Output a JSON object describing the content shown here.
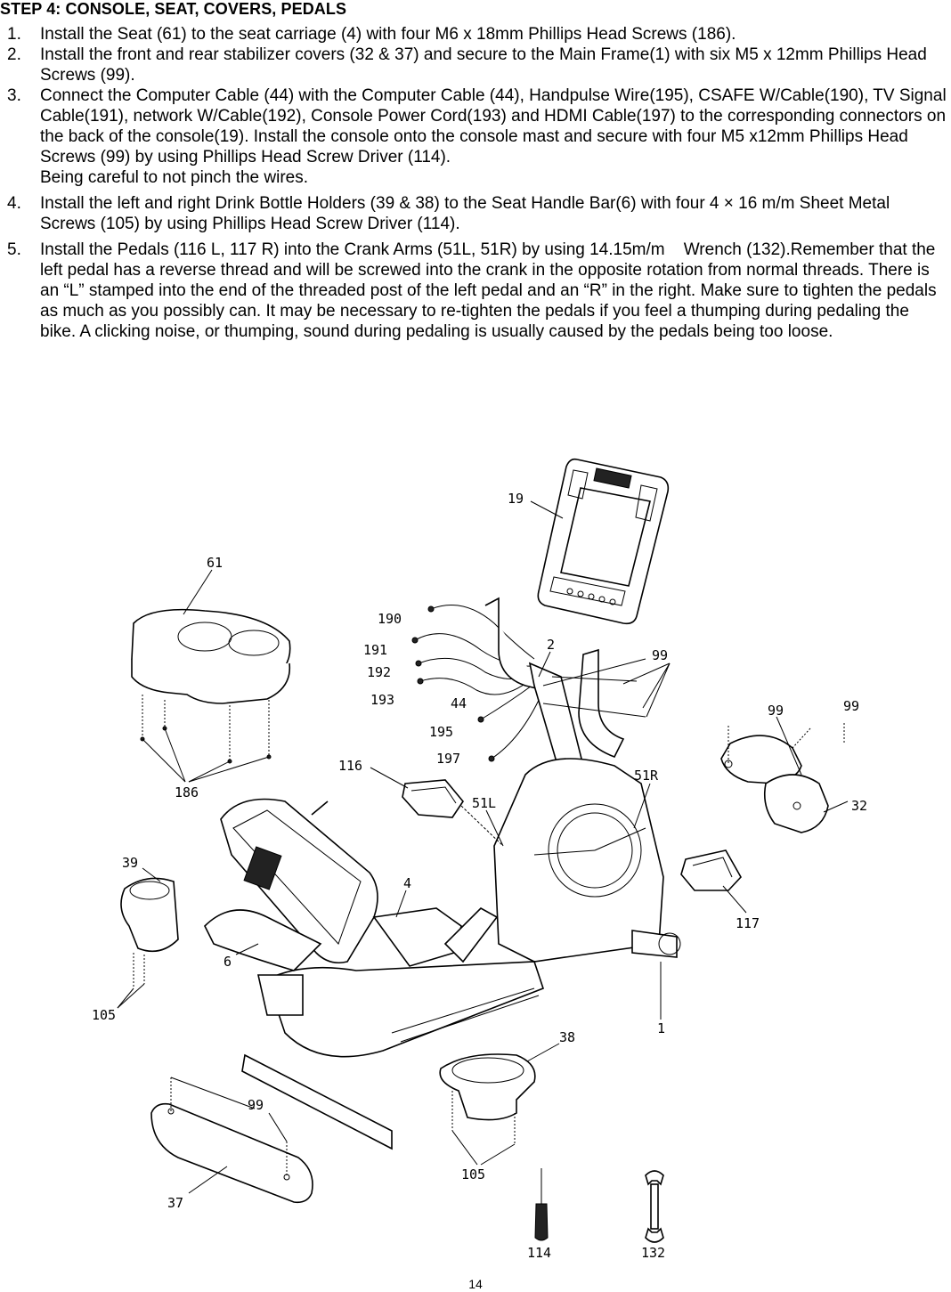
{
  "page": {
    "heading": "STEP 4: CONSOLE, SEAT, COVERS, PEDALS",
    "page_number": "14"
  },
  "steps": [
    {
      "num": "1.",
      "text": "Install the Seat (61) to the seat carriage (4) with four M6 x 18mm Phillips Head Screws (186)."
    },
    {
      "num": "2.",
      "text": "Install the front and rear stabilizer covers (32 & 37) and secure to the Main Frame(1) with six M5 x 12mm Phillips Head Screws (99)."
    },
    {
      "num": "3.",
      "text": "Connect the Computer Cable (44) with the Computer Cable (44), Handpulse Wire(195), CSAFE W/Cable(190), TV Signal Cable(191), network W/Cable(192), Console Power Cord(193) and HDMI Cable(197) to the corresponding connectors on the back of the console(19). Install the console onto the console mast and secure with four M5 x12mm Phillips Head Screws (99) by using Phillips Head Screw Driver (114).",
      "extra": "Being careful to not pinch the wires."
    },
    {
      "num": "4.",
      "text": "Install the left and right Drink Bottle Holders (39 & 38) to the Seat Handle Bar(6) with four 4 × 16 m/m Sheet Metal Screws (105) by using Phillips Head Screw Driver (114)."
    },
    {
      "num": "5.",
      "text": "Install the Pedals (116 L, 117 R) into the Crank Arms (51L, 51R) by using 14.15m/m    Wrench (132).Remember that the left pedal has a reverse thread and will be screwed into the crank in the opposite rotation from normal threads. There is an “L” stamped into the end of the threaded post of the left pedal and an “R” in the right. Make sure to tighten the pedals as much as you possibly can. It may be necessary to re-tighten the pedals if you feel a thumping during pedaling the bike. A clicking noise, or thumping, sound during pedaling is usually caused by the pedals being too loose."
    }
  ],
  "callouts": {
    "console": "19",
    "seat": "61",
    "csafe_cable": "190",
    "tv_cable": "191",
    "network_cable": "192",
    "power_cord": "193",
    "computer_cable": "44",
    "handpulse_wire": "195",
    "hdmi_cable": "197",
    "handlebar": "2",
    "console_screws": "99",
    "cover_screw_a": "99",
    "cover_screw_b": "99",
    "front_cover": "32",
    "seat_screws": "186",
    "pedal_left": "116",
    "crank_left": "51L",
    "crank_right": "51R",
    "pedal_right": "117",
    "bottle_holder_left": "39",
    "carriage": "4",
    "seat_handle_bar": "6",
    "left_holder_screws": "105",
    "main_frame": "1",
    "bottle_holder_right": "38",
    "rear_cover_screws": "99",
    "rear_cover": "37",
    "right_holder_screws": "105",
    "screwdriver": "114",
    "wrench": "132"
  }
}
